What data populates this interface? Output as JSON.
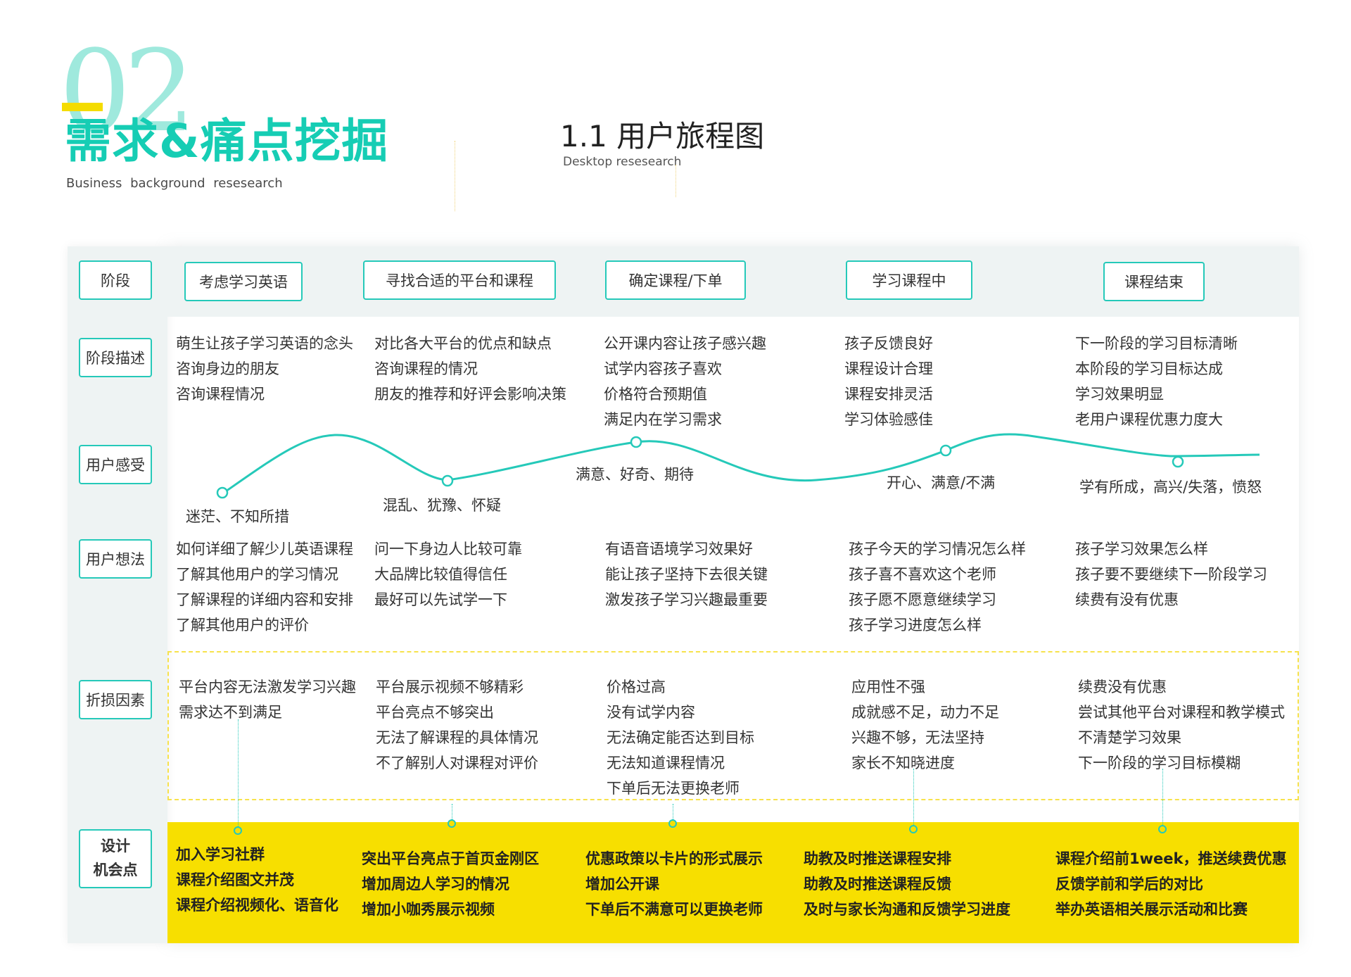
{
  "header": {
    "section_number": "02",
    "section_title": "需求&痛点挖掘",
    "section_subtitle": "Business background resesearch",
    "map_title": "1.1 用户旅程图",
    "map_subtitle": "Desktop resesearch"
  },
  "row_labels": {
    "stage": "阶段",
    "description": "阶段描述",
    "feeling": "用户感受",
    "thoughts": "用户想法",
    "loss": "折损因素",
    "design_line1": "设计",
    "design_line2": "机会点"
  },
  "stages": [
    {
      "name": "考虑学习英语",
      "description": [
        "萌生让孩子学习英语的念头",
        "咨询身边的朋友",
        "咨询课程情况"
      ],
      "emotion": "迷茫、不知所措",
      "thoughts": [
        "如何详细了解少儿英语课程",
        "了解其他用户的学习情况",
        "了解课程的详细内容和安排",
        "了解其他用户的评价"
      ],
      "loss": [
        "平台内容无法激发学习兴趣",
        "需求达不到满足"
      ],
      "design": [
        "加入学习社群",
        "课程介绍图文并茂",
        "课程介绍视频化、语音化"
      ]
    },
    {
      "name": "寻找合适的平台和课程",
      "description": [
        "对比各大平台的优点和缺点",
        "咨询课程的情况",
        "朋友的推荐和好评会影响决策"
      ],
      "emotion": "混乱、犹豫、怀疑",
      "thoughts": [
        "问一下身边人比较可靠",
        "大品牌比较值得信任",
        "最好可以先试学一下"
      ],
      "loss": [
        "平台展示视频不够精彩",
        "平台亮点不够突出",
        "无法了解课程的具体情况",
        "不了解别人对课程对评价"
      ],
      "design": [
        "突出平台亮点于首页金刚区",
        "增加周边人学习的情况",
        "增加小咖秀展示视频"
      ]
    },
    {
      "name": "确定课程/下单",
      "description": [
        "公开课内容让孩子感兴趣",
        "试学内容孩子喜欢",
        "价格符合预期值",
        "满足内在学习需求"
      ],
      "emotion": "满意、好奇、期待",
      "thoughts": [
        "有语音语境学习效果好",
        "能让孩子坚持下去很关键",
        "激发孩子学习兴趣最重要"
      ],
      "loss": [
        "价格过高",
        "没有试学内容",
        "无法确定能否达到目标",
        "无法知道课程情况",
        "下单后无法更换老师"
      ],
      "design": [
        "优惠政策以卡片的形式展示",
        "增加公开课",
        "下单后不满意可以更换老师"
      ]
    },
    {
      "name": "学习课程中",
      "description": [
        "孩子反馈良好",
        "课程设计合理",
        "课程安排灵活",
        "学习体验感佳"
      ],
      "emotion": "开心、满意/不满",
      "thoughts": [
        "孩子今天的学习情况怎么样",
        "孩子喜不喜欢这个老师",
        "孩子愿不愿意继续学习",
        "孩子学习进度怎么样"
      ],
      "loss": [
        "应用性不强",
        "成就感不足，动力不足",
        "兴趣不够，无法坚持",
        "家长不知晓进度"
      ],
      "design": [
        "助教及时推送课程安排",
        "助教及时推送课程反馈",
        "及时与家长沟通和反馈学习进度"
      ]
    },
    {
      "name": "课程结束",
      "description": [
        "下一阶段的学习目标清晰",
        "本阶段的学习目标达成",
        "学习效果明显",
        "老用户课程优惠力度大"
      ],
      "emotion": "学有所成，高兴/失落，愤怒",
      "thoughts": [
        "孩子学习效果怎么样",
        "孩子要不要继续下一阶段学习",
        "续费有没有优惠"
      ],
      "loss": [
        "续费没有优惠",
        "尝试其他平台对课程和教学模式",
        "不清楚学习效果",
        "下一阶段的学习目标模糊"
      ],
      "design": [
        "课程介绍前1week，推送续费优惠",
        "反馈学前和学后的对比",
        "举办英语相关展示活动和比赛"
      ]
    }
  ],
  "colors": {
    "accent_teal": "#25c9b9",
    "title_teal": "#16cdb4",
    "design_yellow": "#f7df00",
    "loss_border": "#f7e24c",
    "band_gray": "#eef3f3"
  }
}
